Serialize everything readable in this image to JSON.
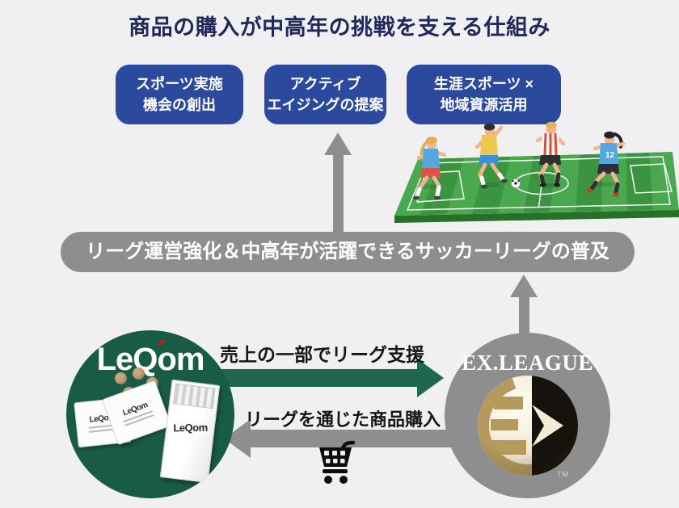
{
  "title": "商品の購入が中高年の挑戦を支える仕組み",
  "goal_boxes": [
    {
      "line1": "スポーツ実施",
      "line2": "機会の創出"
    },
    {
      "line1": "アクティブ",
      "line2": "エイジングの提案"
    },
    {
      "line1": "生涯スポーツ ×",
      "line2": "地域資源活用"
    }
  ],
  "league_banner": "リーグ運営強化＆中高年が活躍できるサッカーリーグの普及",
  "flows": {
    "support": "売上の一部でリーグ支援",
    "purchase": "リーグを通じた商品購入"
  },
  "leqom": {
    "logo": "LeQom",
    "sachet1_label": "LeQom",
    "sachet2_label": "LeQom",
    "box_label": "LeQom"
  },
  "ex_league": {
    "name": "EX.LEAGUE",
    "trademark": "TM"
  },
  "field": {
    "player_number": "12"
  },
  "colors": {
    "background": "#f0f0f2",
    "title_navy": "#20295a",
    "goal_box_blue": "#2b4a9d",
    "banner_gray": "#8e8e8e",
    "leqom_green": "#195c46",
    "support_arrow_green": "#1f6750",
    "ball_gold": "#b59a5e",
    "field_green_dark": "#3b9440",
    "field_green_light": "#4aa84e"
  }
}
